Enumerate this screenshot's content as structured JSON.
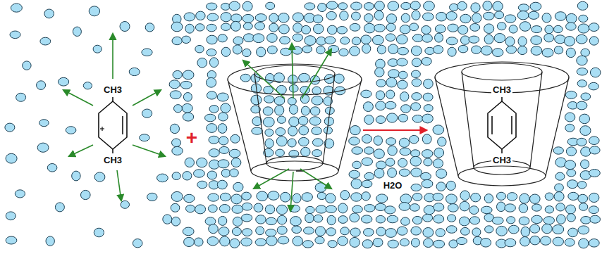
{
  "diagram": {
    "labels": [
      "CH3",
      "CH3",
      "+",
      "H2O",
      "CH3",
      "CH3"
    ]
  }
}
